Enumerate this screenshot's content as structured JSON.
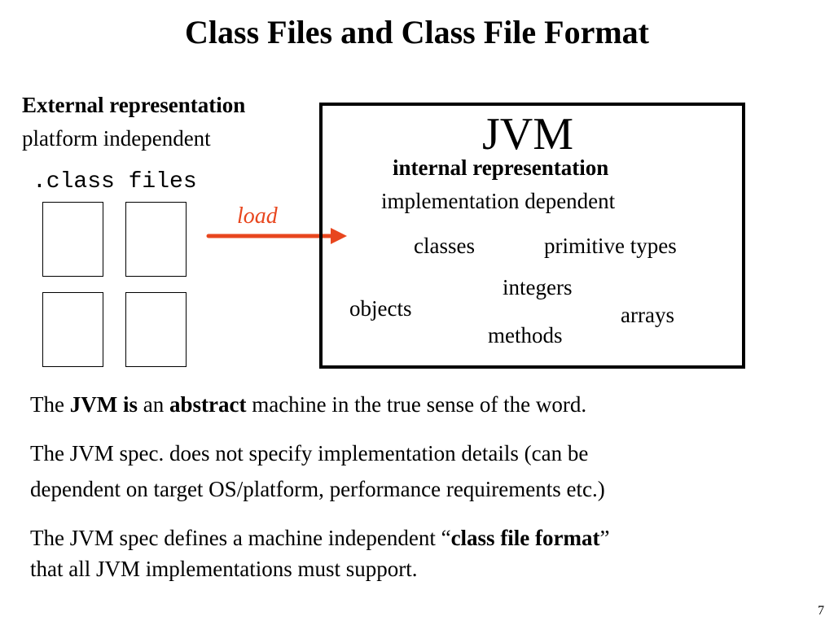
{
  "title": "Class Files and Class File Format",
  "external": {
    "heading": "External representation",
    "subtitle": "platform independent",
    "files_label": ".class files"
  },
  "arrow": {
    "label": "load",
    "color": "#e8461e"
  },
  "jvm": {
    "title": "JVM",
    "heading": "internal representation",
    "subtitle": "implementation dependent",
    "items": {
      "classes": "classes",
      "primitive_types": "primitive types",
      "integers": "integers",
      "objects": "objects",
      "arrays": "arrays",
      "methods": "methods"
    }
  },
  "paragraphs": {
    "p1": {
      "t1": "The ",
      "b1": "JVM is",
      "t2": " an ",
      "b2": "abstract",
      "t3": " machine in the true sense of the word."
    },
    "p2": {
      "line1": "The JVM spec. does not specify implementation details (can be",
      "line2": "dependent on target OS/platform, performance requirements etc.)"
    },
    "p3": {
      "t1": "The JVM spec defines a machine independent “",
      "b1": "class file format",
      "t2": "”",
      "line2": "that all JVM implementations must support."
    }
  },
  "page_number": "7"
}
